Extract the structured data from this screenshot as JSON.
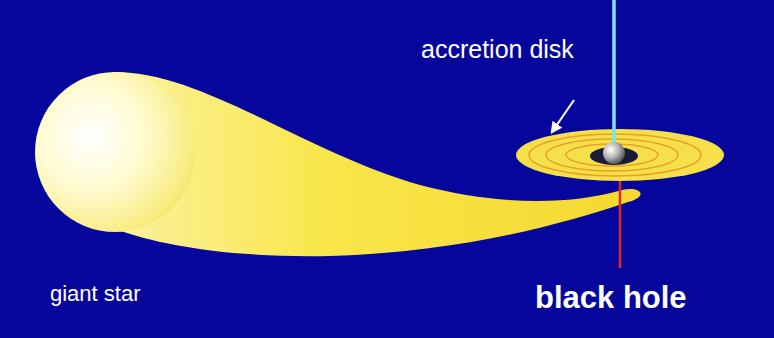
{
  "diagram": {
    "labels": [
      "accretion disk",
      "giant star",
      "black hole"
    ]
  }
}
